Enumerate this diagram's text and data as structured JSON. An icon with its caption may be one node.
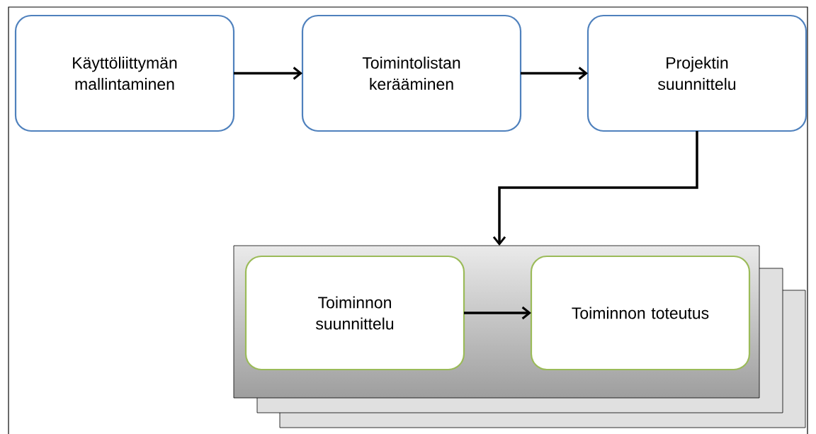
{
  "diagram": {
    "nodes": [
      {
        "text": [
          "Käyttöliittymän mallintaminen"
        ]
      },
      {
        "text": [
          "Toimintolistan kerääminen"
        ]
      },
      {
        "text": [
          "Projektin suunnittelu"
        ]
      },
      {
        "text": [],
        "shape": "box"
      },
      {
        "text": [
          "Toiminnon suunnittelu"
        ],
        "in": 3
      },
      {
        "text": [
          "Toiminnon toteutus"
        ],
        "in": 3
      }
    ],
    "edges": [
      {
        "from": 0,
        "to": 1,
        "arrow": "to"
      },
      {
        "from": 1,
        "to": 2,
        "arrow": "to"
      },
      {
        "from": 2,
        "to": 3,
        "arrow": "to"
      },
      {
        "from": 4,
        "to": 5,
        "arrow": "to"
      }
    ]
  }
}
